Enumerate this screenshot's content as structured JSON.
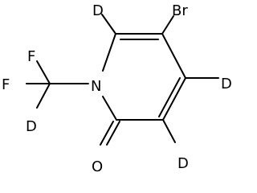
{
  "molecule": {
    "atoms": {
      "br": "Br",
      "d_c6": "D",
      "d_c4": "D",
      "d_c3": "D",
      "d_cf": "D",
      "n1": "N",
      "o": "O",
      "f_top": "F",
      "f_left": "F"
    }
  },
  "colors": {
    "bond": "#000000",
    "text": "#000000",
    "background": "#ffffff"
  }
}
